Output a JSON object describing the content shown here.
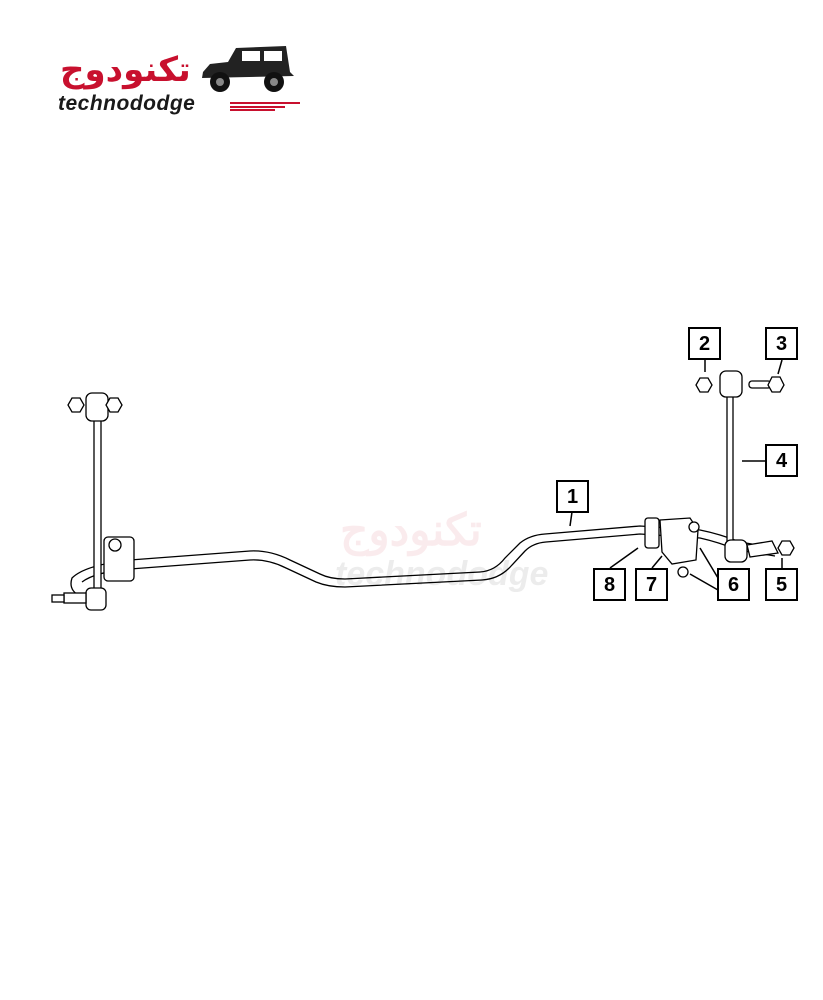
{
  "logo": {
    "arabic": "تكنودوج",
    "latin": "technododge",
    "accent": "#c8102e"
  },
  "watermark": {
    "arabic": "تكنودوج",
    "latin": "technododge"
  },
  "callouts": [
    {
      "number": "1",
      "part": "stabilizer-bar"
    },
    {
      "number": "2",
      "part": "nut"
    },
    {
      "number": "3",
      "part": "bolt"
    },
    {
      "number": "4",
      "part": "stabilizer-link"
    },
    {
      "number": "5",
      "part": "nut"
    },
    {
      "number": "6",
      "part": "bolt"
    },
    {
      "number": "7",
      "part": "retainer"
    },
    {
      "number": "8",
      "part": "bushing"
    }
  ]
}
